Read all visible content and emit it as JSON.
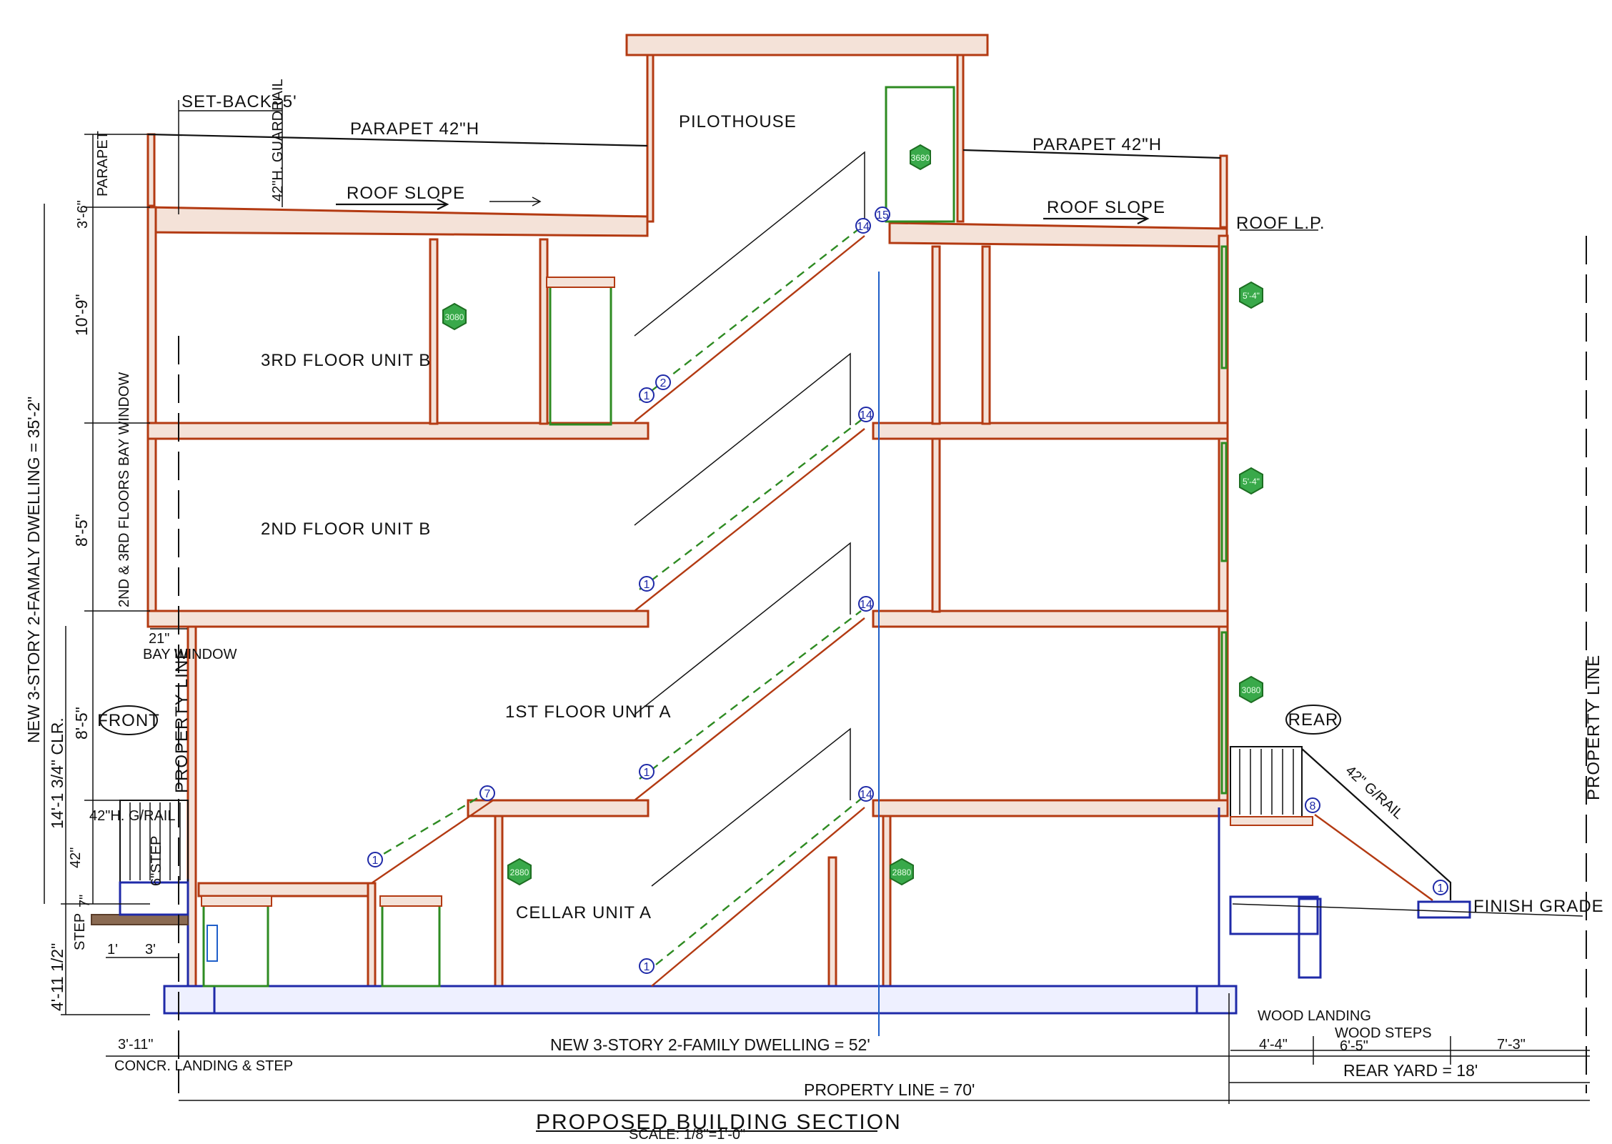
{
  "drawing": {
    "title": "PROPOSED BUILDING SECTION",
    "scale": "SCALE: 1/8\"=1'-0\""
  },
  "labels": {
    "setback": "SET-BACK=5'",
    "parapet_left": "PARAPET 42\"H",
    "parapet_right": "PARAPET 42\"H",
    "pilothouse": "PILOTHOUSE",
    "roof_slope_left": "ROOF SLOPE",
    "roof_slope_right": "ROOF SLOPE",
    "roof_lp": "ROOF L.P.",
    "guardrail": "42\"H. GUARDRAIL",
    "unit_3": "3RD FLOOR UNIT B",
    "unit_2": "2ND FLOOR UNIT B",
    "unit_1": "1ST FLOOR UNIT A",
    "cellar": "CELLAR UNIT A",
    "front": "FRONT",
    "rear": "REAR",
    "property_line_left": "PROPERTY LINE",
    "property_line_right": "PROPERTY LINE",
    "g_rail_front": "42\"H. G/RAIL",
    "g_rail_rear": "42\" G/RAIL",
    "finish_grade": "FINISH GRADE",
    "bay_window": "BAY WINDOW",
    "wood_landing": "WOOD LANDING",
    "wood_steps": "WOOD STEPS",
    "step": "STEP",
    "step6": "6\"STEP",
    "concr_landing": "CONCR. LANDING & STEP"
  },
  "dimensions": {
    "parapet_h": "3'-6\"",
    "parapet_word": "PARAPET",
    "floor3_h": "10'-9\"",
    "floor2_h": "8'-5\"",
    "floor1_h": "8'-5\"",
    "overall_h": "NEW 3-STORY 2-FAMALY DWELLING = 35'-2\"",
    "bay_window_floors": "2ND & 3RD FLOORS BAY WINDOW",
    "clr": "14'-1 3/4\" CLR.",
    "rail_42": "42\"",
    "step_7": "7\"",
    "cellar_h": "4'-11 1/2\"",
    "bay_21": "21\"",
    "d_1": "1'",
    "d_3": "3'",
    "d_3_11": "3'-11\"",
    "overall_len": "NEW 3-STORY 2-FAMILY DWELLING = 52'",
    "wood_landing": "4'-4\"",
    "wood_steps": "6'-5\"",
    "yard_end": "7'-3\"",
    "rear_yard": "REAR YARD = 18'",
    "property_len": "PROPERTY LINE = 70'"
  },
  "stair_tags": [
    "1",
    "2",
    "14",
    "15",
    "1",
    "14",
    "1",
    "14",
    "7",
    "1",
    "1",
    "14",
    "8",
    "1"
  ],
  "window_tags": {
    "pilothouse_door": "3680",
    "unit3_door": "3080",
    "rear_window": "5'-4\"",
    "rear_door_1": "3080",
    "cellar_left": "2880",
    "cellar_right": "2880"
  },
  "colors": {
    "wall": "#b33a12",
    "opening": "#2e8b22",
    "foundation": "#1f2aa8",
    "tag_hex": "#39a94a"
  }
}
